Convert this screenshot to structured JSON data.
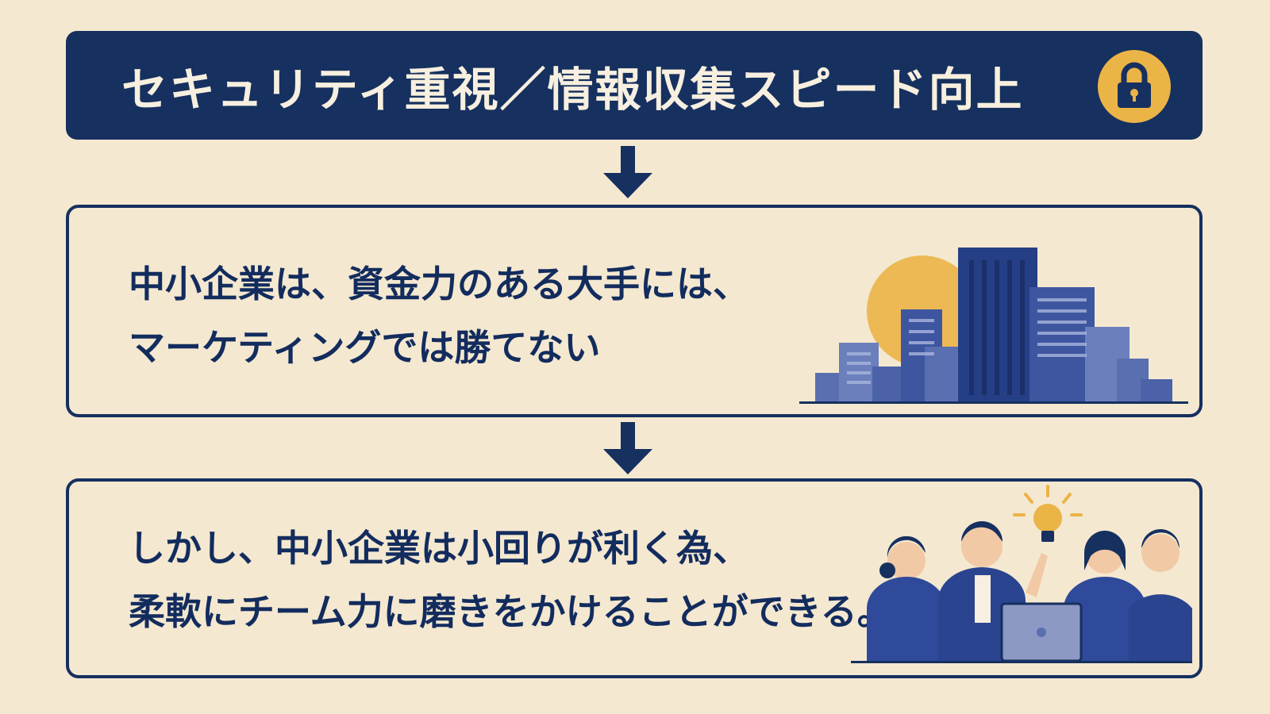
{
  "header": {
    "title": "セキュリティ重視／情報収集スピード向上",
    "icon": "lock-icon"
  },
  "panels": [
    {
      "lines": [
        "中小企業は、資金力のある大手には、",
        "マーケティングでは勝てない"
      ],
      "illustration": "city-buildings-icon"
    },
    {
      "lines": [
        "しかし、中小企業は小回りが利く為、",
        "柔軟にチーム力に磨きをかけることができる。"
      ],
      "illustration": "team-meeting-icon"
    }
  ],
  "colors": {
    "background": "#f4e8d0",
    "navy": "#16305f",
    "accent_yellow": "#ebb447",
    "text_light": "#f7efdf",
    "figure_blue": "#2f4a9a"
  }
}
